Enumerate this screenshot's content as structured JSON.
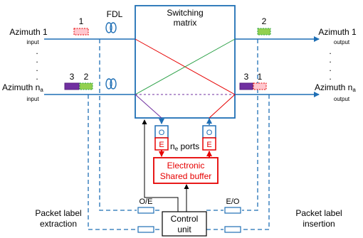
{
  "left_labels": {
    "azimuth1_main": "Azimuth 1",
    "azimuth1_sub": "input",
    "azimuthn_main": "Azimuth n",
    "azimuthn_subscript": "a",
    "azimuthn_sub": "input",
    "dots": [
      ".",
      ".",
      ".",
      "."
    ]
  },
  "right_labels": {
    "azimuth1_main": "Azimuth 1",
    "azimuth1_sub": "output",
    "azimuthn_main": "Azimuth n",
    "azimuthn_subscript": "a",
    "azimuthn_sub": "output",
    "dots": [
      ".",
      ".",
      ".",
      "."
    ]
  },
  "fdl_label": "FDL",
  "switching_matrix": {
    "line1": "Switching",
    "line2": "matrix"
  },
  "packet_numbers": {
    "top_left": "1",
    "top_right": "2",
    "bottom_left_a": "3",
    "bottom_left_b": "2",
    "bottom_right_a": "3",
    "bottom_right_b": "1"
  },
  "oe_boxes": {
    "o": "O",
    "e": "E"
  },
  "ports": {
    "prefix": "n",
    "subscript": "e",
    "suffix": " ports"
  },
  "buffer": {
    "line1": "Electronic",
    "line2": "Shared buffer"
  },
  "control_unit": {
    "line1": "Control",
    "line2": "unit"
  },
  "conv_labels": {
    "oe": "O/E",
    "eo": "E/O"
  },
  "extraction_label": {
    "line1": "Packet label",
    "line2": "extraction"
  },
  "insertion_label": {
    "line1": "Packet label",
    "line2": "insertion"
  },
  "colors": {
    "blue": "#1f6fb5",
    "red": "#e60000",
    "green": "#2aa046",
    "purple": "#7030a0",
    "packet_green": "#92d050",
    "packet_purple": "#7030a0",
    "packet_pink": "#ffc7ce"
  }
}
